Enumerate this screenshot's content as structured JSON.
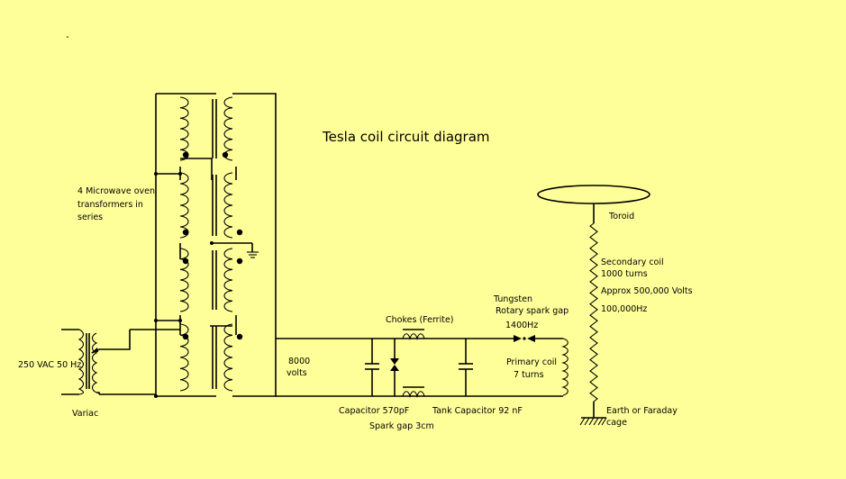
{
  "title": "Tesla coil circuit diagram",
  "labels": {
    "transformers": [
      "4 Microwave oven",
      "transformers in",
      "series"
    ],
    "supply": "250 VAC 50 Hz",
    "variac": "Variac",
    "voltage": [
      "8000",
      "volts"
    ],
    "chokes": "Chokes (Ferrite)",
    "capacitor": "Capacitor 570pF",
    "spark_gap": "Spark gap 3cm",
    "tank_capacitor": "Tank Capacitor 92 nF",
    "rotary_gap": [
      "Tungsten",
      "Rotary spark gap",
      "1400Hz"
    ],
    "primary_coil": [
      "Primary coil",
      "7 turns"
    ],
    "toroid": "Toroid",
    "secondary": [
      "Secondary coil",
      "1000 turns",
      "Approx 500,000 Volts"
    ],
    "frequency": "100,000Hz",
    "ground": [
      "Earth or Faraday",
      "cage"
    ]
  },
  "colors": {
    "background": "#ffff99",
    "line": "#000000"
  }
}
